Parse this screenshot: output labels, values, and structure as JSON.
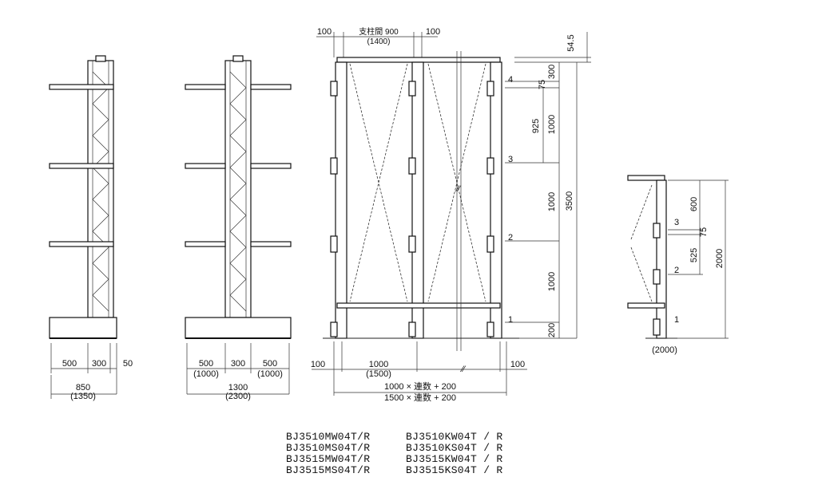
{
  "views": {
    "top_dims": {
      "left_100": "100",
      "column_spacing": "支柱間 900",
      "column_spacing_alt": "(1400)",
      "right_100": "100",
      "top_offset": "54.5"
    },
    "arm_levels": [
      "4",
      "3",
      "2",
      "1"
    ],
    "vertical_dims": {
      "d300": "300",
      "d75": "75",
      "d925": "925",
      "d1000_a": "1000",
      "d1000_b": "1000",
      "d1000_c": "1000",
      "d200": "200",
      "total": "3500"
    },
    "side_view_1": {
      "arm_500": "500",
      "col_300": "300",
      "tip_50": "50",
      "total": "850",
      "total_alt": "(1350)"
    },
    "side_view_2": {
      "arm_left": "500",
      "arm_left_alt": "(1000)",
      "col_300": "300",
      "arm_right": "500",
      "arm_right_alt": "(1000)",
      "total": "1300",
      "total_alt": "(2300)"
    },
    "front_bottom": {
      "left_100": "100",
      "span": "1000",
      "span_alt": "(1500)",
      "right_100": "100",
      "formula_1": "1000 × 連数 + 200",
      "formula_2": "1500 × 連数 + 200"
    },
    "small_view": {
      "levels": [
        "3",
        "2",
        "1"
      ],
      "d600": "600",
      "d75": "75",
      "d525": "525",
      "total": "2000",
      "width_alt": "(2000)"
    }
  },
  "models": {
    "left": [
      "BJ3510MW04T/R",
      "BJ3510MS04T/R",
      "BJ3515MW04T/R",
      "BJ3515MS04T/R"
    ],
    "right": [
      "BJ3510KW04T / R",
      "BJ3510KS04T / R",
      "BJ3515KW04T / R",
      "BJ3515KS04T / R"
    ]
  }
}
